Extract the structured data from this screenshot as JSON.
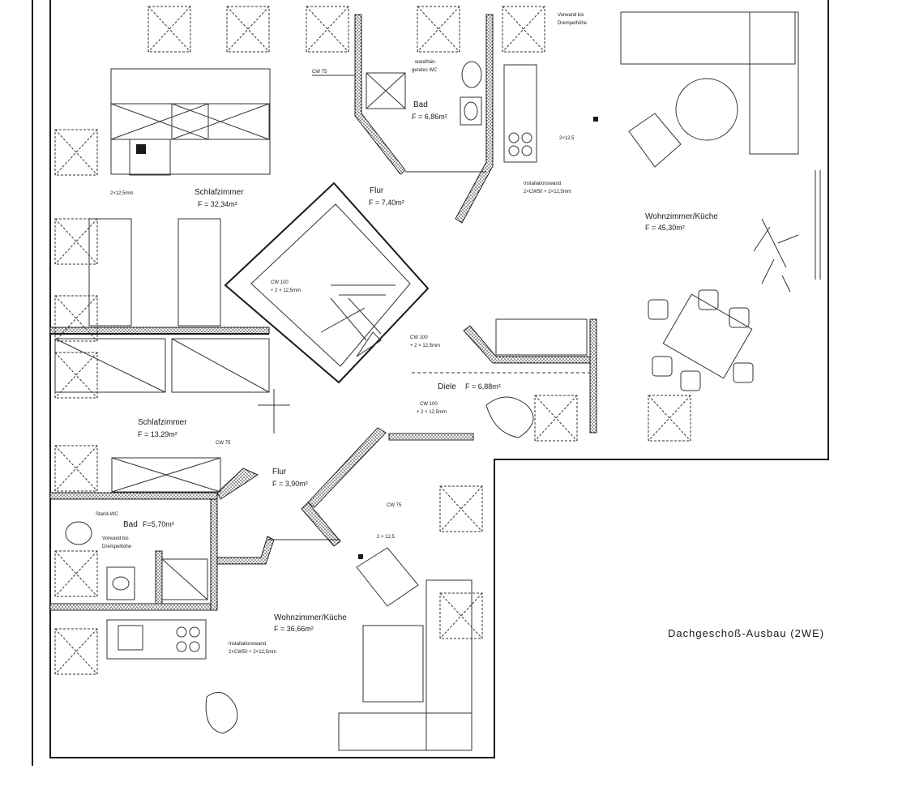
{
  "plan": {
    "title": "Dachgeschoß-Ausbau (2WE)",
    "rooms": {
      "schlafzimmer1": {
        "name": "Schlafzimmer",
        "area": "F = 32,34m²"
      },
      "flur1": {
        "name": "Flur",
        "area": "F = 7,40m²"
      },
      "bad1": {
        "name": "Bad",
        "area": "F = 6,86m²"
      },
      "wohnkueche1": {
        "name": "Wohnzimmer/Küche",
        "area": "F = 45,30m²"
      },
      "diele": {
        "name": "Diele",
        "area": "F = 6,88m²"
      },
      "schlafzimmer2": {
        "name": "Schlafzimmer",
        "area": "F = 13,29m²"
      },
      "flur2": {
        "name": "Flur",
        "area": "F = 3,90m²"
      },
      "bad2": {
        "name": "Bad",
        "area": "F=5,70m²"
      },
      "wohnkueche2": {
        "name": "Wohnzimmer/Küche",
        "area": "F = 36,66m²"
      }
    },
    "notes": {
      "cw75_top": "CW 75",
      "wc_top_1": "wandhän-",
      "wc_top_2": "gendes WC",
      "vorwand_top_1": "Vorwand bis",
      "vorwand_top_2": "Drempelhöhe",
      "board_top_left": "2×12,5mm",
      "board_center_top": "2×12,5",
      "install_top_1": "Installationswand",
      "install_top_2": "2×CW50 + 2×12,5mm",
      "cw100_a_1": "CW 100",
      "cw100_a_2": "+ 2 × 12,5mm",
      "cw100_b_1": "CW 100",
      "cw100_b_2": "+ 2 × 12,5mm",
      "cw100_c_1": "CW 100",
      "cw100_c_2": "+ 2 × 12,5mm",
      "cw75_mid": "CW 75",
      "cw75_low": "CW 75",
      "stand_wc": "Stand-WC",
      "vorwand_low_1": "Vorwand bis",
      "vorwand_low_2": "Drempelhöhe",
      "board_low": "2 × 12,5",
      "install_low_1": "Installationswand",
      "install_low_2": "2×CW50 + 2×12,5mm"
    }
  }
}
